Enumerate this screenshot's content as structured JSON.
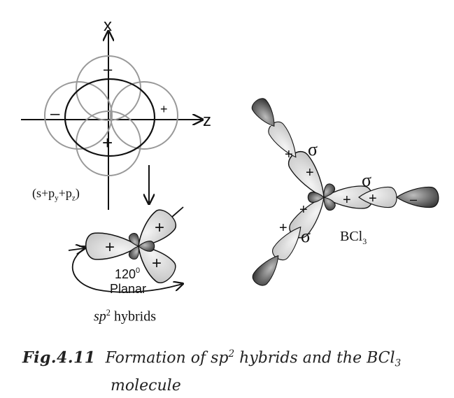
{
  "axes": {
    "x_label": "x",
    "z_label": "z"
  },
  "orbitals": {
    "lobe_minus_top": "–",
    "lobe_minus_left": "–",
    "lobe_plus_right": "+",
    "lobe_plus_bottom": "+"
  },
  "combination": {
    "prefix": "(s+p",
    "y_sub": "y",
    "plus": "+p",
    "z_sub": "z",
    "suffix": ")"
  },
  "sp2": {
    "plus": "+",
    "angle": "120",
    "angle_sup": "0",
    "geometry": "Planar",
    "hybrids_base": "sp",
    "hybrids_sup": "2",
    "hybrids_rest": " hybrids"
  },
  "bcl3": {
    "sigma": "σ",
    "plus": "+",
    "minus": "–",
    "label_base": "BCl",
    "label_sub": "3"
  },
  "caption": {
    "fig_number": "Fig.4.11",
    "text_a": "Formation of sp",
    "text_sup": "2",
    "text_b": " hybrids and the BCl",
    "text_sub": "3",
    "text_c": "molecule"
  },
  "colors": {
    "lobe_fill": "#dedede",
    "lobe_dark": "#5a5a5a",
    "stroke": "#111111",
    "orbital_circle": "#9a9a9a"
  }
}
